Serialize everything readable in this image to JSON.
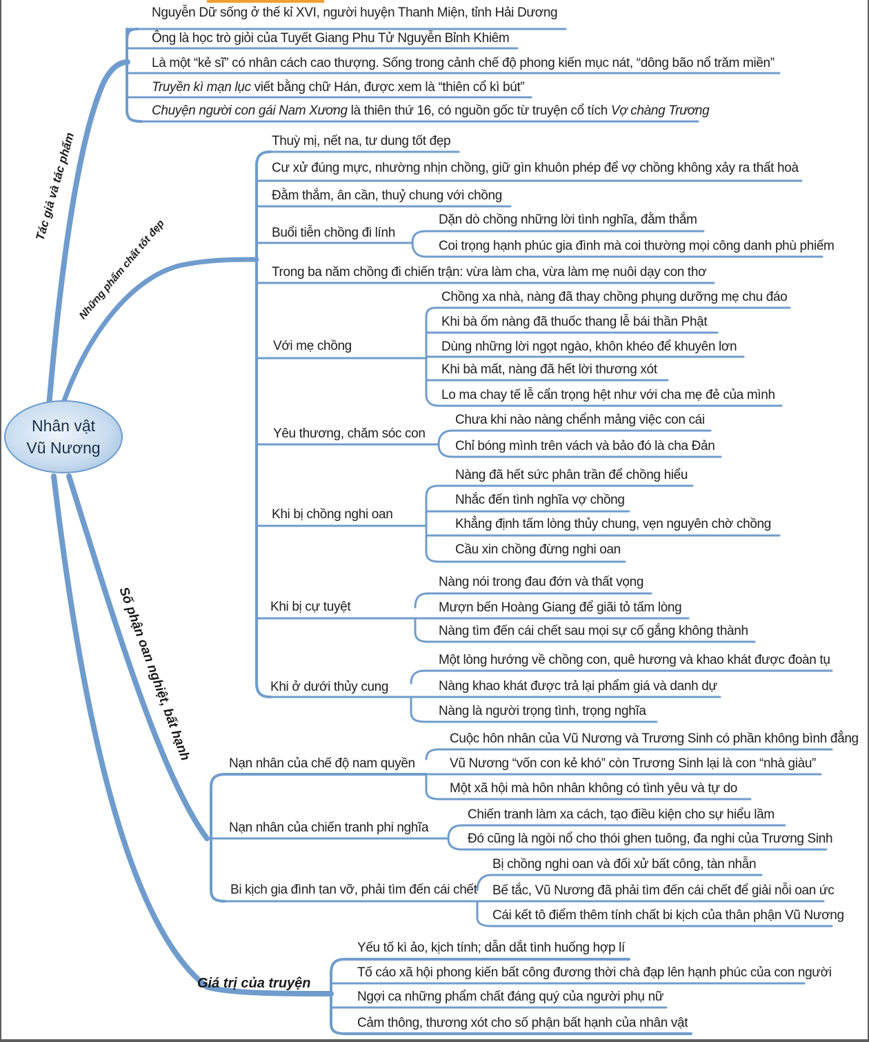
{
  "root": {
    "line1": "Nhân vật",
    "line2": "Vũ Nương"
  },
  "categories": {
    "tac_gia": "Tác giả và tác phẩm",
    "pham_chat": "Những phẩm chất tốt đẹp",
    "so_phan": "Số phận oan nghiệt, bất hạnh",
    "gia_tri": "Giá trị của truyện"
  },
  "tac_gia": {
    "l1": "Nguyễn Dữ sống ở thế kỉ XVI, người huyện Thanh Miện, tỉnh Hải Dương",
    "l2": "Ông là học trò giỏi của Tuyết Giang Phu Tử Nguyễn Bỉnh Khiêm",
    "l3": "Là một “kẻ sĩ” có nhân cách cao thượng. Sống trong cảnh chế độ phong kiến mục nát, “dông bão nổ trăm miền”",
    "l4_italic": "Truyền kì mạn lục",
    "l4_rest": " viết bằng chữ Hán, được xem là “thiên cổ kì bút”",
    "l5_italic": "Chuyện người con gái Nam Xương",
    "l5_mid": " là thiên thứ 16, có nguồn gốc từ truyện cổ tích ",
    "l5_italic2": "Vợ chàng Trương"
  },
  "pham_chat": {
    "b1": "Thuỳ mị, nết na, tư dung tốt đẹp",
    "b2": "Cư xử đúng mực, nhường nhịn chồng, giữ gìn khuôn phép để vợ chồng không xảy ra thất hoà",
    "b3": "Đằm thắm, ân cần, thuỷ chung với chồng",
    "b4": "Buổi tiễn chồng đi lính",
    "b4_1": "Dặn dò chồng những lời tình nghĩa, đằm thắm",
    "b4_2": "Coi trọng hạnh phúc gia đình mà coi thường mọi công danh phù phiếm",
    "b5": "Trong ba năm chồng đi chiến trận: vừa làm cha, vừa làm mẹ nuôi dạy con thơ",
    "b6": "Với mẹ chồng",
    "b6_1": "Chồng xa nhà, nàng đã thay chồng phụng dưỡng mẹ chu đáo",
    "b6_2": "Khi bà ốm nàng đã thuốc thang lễ bái thần Phật",
    "b6_3": "Dùng những lời ngọt ngào, khôn khéo để khuyên lơn",
    "b6_4": "Khi bà mất, nàng đã hết lời thương xót",
    "b6_5": "Lo ma chay tế lễ cẩn trọng hệt như với cha mẹ đẻ của mình",
    "b7": "Yêu thương, chăm sóc con",
    "b7_1": "Chưa khi nào nàng chểnh mảng việc con cái",
    "b7_2": "Chỉ bóng mình trên vách và bảo đó là cha Đản",
    "b8": "Khi bị chồng nghi oan",
    "b8_1": "Nàng đã hết sức phân trần để chồng hiểu",
    "b8_2": "Nhắc đến tình nghĩa vợ chồng",
    "b8_3": "Khẳng định tấm lòng thủy chung, vẹn nguyên chờ chồng",
    "b8_4": "Cầu xin chồng đừng nghi oan",
    "b9": "Khi bị cự tuyệt",
    "b9_1": "Nàng nói trong đau đớn và thất vọng",
    "b9_2": "Mượn bến Hoàng Giang để giãi tỏ tấm lòng",
    "b9_3": "Nàng tìm đến cái chết sau mọi sự cố gắng không thành",
    "b10": "Khi ở dưới  thủy cung",
    "b10_1": "Một lòng hướng về chồng con, quê hương và khao khát được đoàn tụ",
    "b10_2": "Nàng khao khát được trả lại phẩm giá và danh dự",
    "b10_3": "Nàng là người  trọng tình, trọng nghĩa"
  },
  "so_phan": {
    "s1": "Nạn nhân của chế độ nam quyền",
    "s1_1": "Cuộc hôn nhân của Vũ Nương và Trương Sinh có phần không bình đẳng",
    "s1_2": "Vũ Nương “vốn con kẻ khó” còn Trương Sinh lại là con  “nhà giàu”",
    "s1_3": "Một xã hội mà hôn nhân không có tình yêu và tự do",
    "s2": "Nạn nhân của chiến tranh phi nghĩa",
    "s2_1": "Chiến tranh làm xa cách, tạo điều kiện cho sự hiểu lầm",
    "s2_2": "Đó cũng là ngòi nổ cho thói ghen tuông, đa nghi của Trương Sinh",
    "s3": "Bi kịch gia đình tan vỡ, phải tìm đến cái chết",
    "s3_1": "Bị chồng nghi oan và đối xử bất công, tàn nhẫn",
    "s3_2": "Bế tắc, Vũ Nương đã phải tìm đến cái chết để giải nỗi oan ức",
    "s3_3": "Cái kết tô điểm thêm tính chất bi kịch của thân phận Vũ Nương"
  },
  "gia_tri": {
    "g1": "Yếu tố kì ảo, kịch tính; dẫn dắt tình huống hợp lí",
    "g2": "Tố cáo xã hội phong kiến bất công đương thời chà đạp lên hạnh phúc của con người",
    "g3": "Ngợi ca những phẩm chất đáng quý của người phụ nữ",
    "g4": "Cảm thông, thương xót cho số phận bất hạnh của nhân vật"
  },
  "colors": {
    "branch": "#6f9ccc",
    "text": "#1e1e1e",
    "accent": "#f0a030"
  }
}
